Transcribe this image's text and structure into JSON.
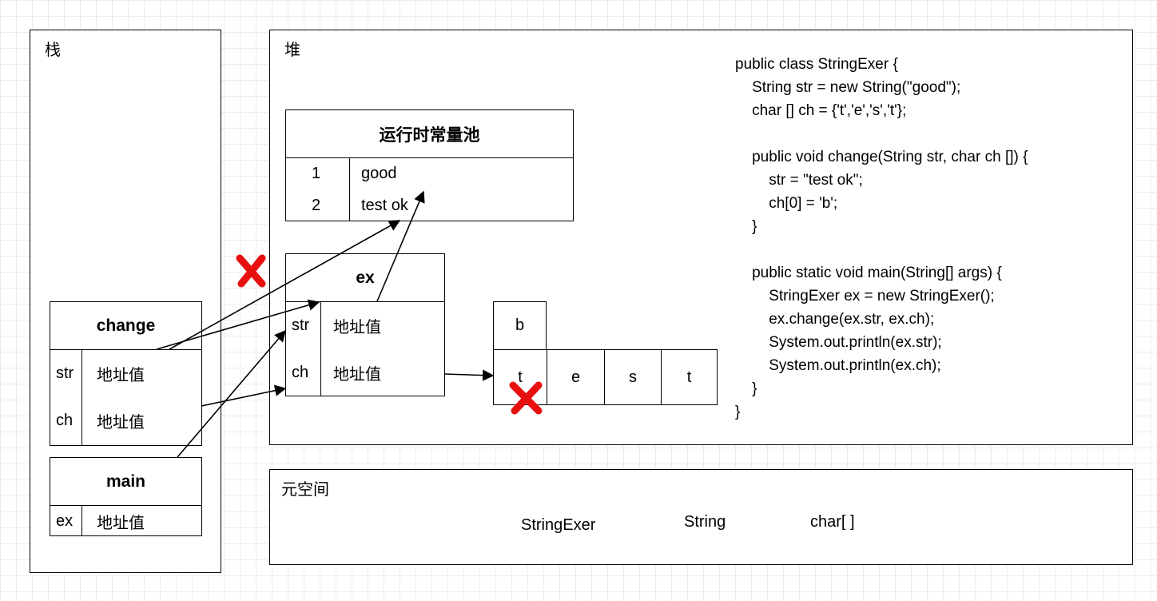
{
  "stack": {
    "title": "栈",
    "frames": {
      "change": {
        "title": "change",
        "rows": [
          {
            "name": "str",
            "value": "地址值"
          },
          {
            "name": "ch",
            "value": "地址值"
          }
        ]
      },
      "main": {
        "title": "main",
        "rows": [
          {
            "name": "ex",
            "value": "地址值"
          }
        ]
      }
    }
  },
  "heap": {
    "title": "堆",
    "constant_pool": {
      "title": "运行时常量池",
      "rows": [
        {
          "index": "1",
          "value": "good"
        },
        {
          "index": "2",
          "value": "test ok"
        }
      ]
    },
    "ex_object": {
      "title": "ex",
      "rows": [
        {
          "name": "str",
          "value": "地址值"
        },
        {
          "name": "ch",
          "value": "地址值"
        }
      ]
    },
    "char_array": {
      "replaced_value": "b",
      "cells": [
        "t",
        "e",
        "s",
        "t"
      ]
    },
    "code_lines": [
      "public class StringExer {",
      "    String str = new String(\"good\");",
      "    char [] ch = {'t','e','s','t'};",
      "",
      "    public void change(String str, char ch []) {",
      "        str = \"test ok\";",
      "        ch[0] = 'b';",
      "    }",
      "",
      "    public static void main(String[] args) {",
      "        StringExer ex = new StringExer();",
      "        ex.change(ex.str, ex.ch);",
      "        System.out.println(ex.str);",
      "        System.out.println(ex.ch);",
      "    }",
      "}"
    ]
  },
  "metaspace": {
    "title": "元空间",
    "classes": [
      "StringExer",
      "String",
      "char[ ]"
    ]
  },
  "colors": {
    "cross_mark": "#e8100f",
    "grid": "#ececec",
    "stroke": "#000000"
  }
}
